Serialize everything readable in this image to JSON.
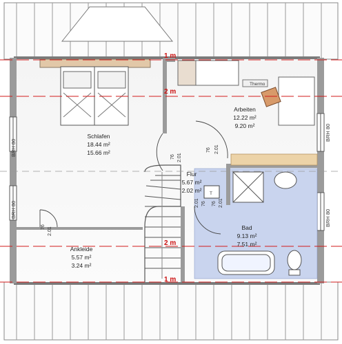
{
  "rooms": {
    "schlafen": {
      "name": "Schlafen",
      "area1": "18.44 m²",
      "area2": "15.66 m²"
    },
    "arbeiten": {
      "name": "Arbeiten",
      "area1": "12.22 m²",
      "area2": "9.20 m²"
    },
    "flur": {
      "name": "Flur",
      "area1": "5.67 m²",
      "area2": "2.02 m²"
    },
    "bad": {
      "name": "Bad",
      "area1": "9.13 m²",
      "area2": "7.51 m²"
    },
    "ankleide": {
      "name": "Ankleide",
      "area1": "5.57 m²",
      "area2": "3.24 m²"
    }
  },
  "height_lines": {
    "one_m_top": "1 m",
    "two_m_top": "2 m",
    "two_m_bottom": "2 m",
    "one_m_bottom": "1 m"
  },
  "windows": {
    "brh_left_upper": "BRH 80",
    "brh_left_lower": "BRH 80",
    "brh_right_upper": "BRH 80",
    "brh_right_lower": "BRH 80"
  },
  "door_dims": {
    "d1": "76",
    "d1b": "2.01",
    "d2": "76",
    "d2b": "2.01",
    "d3": "76",
    "d3b": "2.01",
    "d4": "76",
    "d4b": "2.01",
    "d5": "76",
    "d5b": "2.01"
  },
  "labels": {
    "stair_up": "T",
    "furniture_note": "Thermo"
  },
  "colors": {
    "bath_floor": "#c9d4ee",
    "counter": "#ecd3a8",
    "wall": "#8a8a8a",
    "red_line": "#d21a1a",
    "furniture": "#e2c8a8"
  }
}
